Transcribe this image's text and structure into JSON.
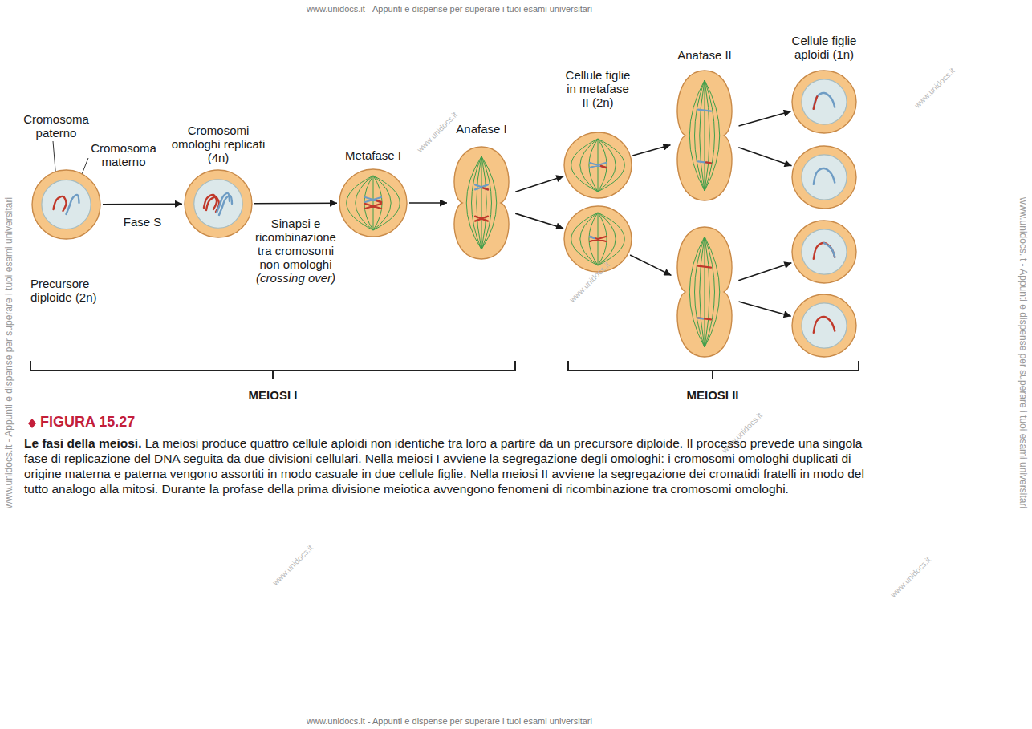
{
  "diagram": {
    "caption": "Le fasi della meiosi. La meiosi produce quattro cellule aploidi non identiche tra loro a partire da un precursore diploide. Il processo prevede una singola fase di replicazione del DNA seguita da due divisioni cellulari. Nella meiosi I avviene la segregazione degli omologhi: i cromosomi omologhi duplicati di origine materna e paterna vengono assortiti in modo casuale in due cellule figlie. Nella meiosi II avviene la segregazione dei cromatidi fratelli in modo del tutto analogo alla mitosi. Durante la profase della prima divisione meiotica avvengono fenomeni di ricombinazione tra cromosomi omologhi.",
    "nodes": [
      {
        "text": [
          "Precursore diploide (2n)"
        ]
      },
      {
        "text": [
          "Cromosomi omologhi replicati (4n)"
        ]
      },
      {
        "text": [
          "Metafase I"
        ]
      },
      {
        "text": [
          "Anafase I"
        ]
      },
      {
        "text": [
          "Cellule figlie in metafase II (2n)"
        ]
      },
      {
        "text": []
      },
      {
        "text": [
          "Anafase II"
        ]
      },
      {
        "text": []
      },
      {
        "text": [
          "Cellule figlie aploidi (1n)"
        ]
      },
      {
        "text": []
      },
      {
        "text": []
      },
      {
        "text": []
      }
    ],
    "edges": [
      {
        "from": 0,
        "to": 1,
        "label": "Fase S",
        "arrow": "to"
      },
      {
        "from": 1,
        "to": 2,
        "label": "Sinapsi e ricombinazione tra cromosomi non omologhi (crossing over)",
        "arrow": "to"
      },
      {
        "from": 2,
        "to": 3,
        "arrow": "to"
      },
      {
        "from": 3,
        "to": 4,
        "arrow": "to"
      },
      {
        "from": 3,
        "to": 5,
        "arrow": "to"
      },
      {
        "from": 4,
        "to": 6,
        "arrow": "to"
      },
      {
        "from": 5,
        "to": 7,
        "arrow": "to"
      },
      {
        "from": 6,
        "to": 8,
        "arrow": "to"
      },
      {
        "from": 6,
        "to": 9,
        "arrow": "to"
      },
      {
        "from": 7,
        "to": 10,
        "arrow": "to"
      },
      {
        "from": 7,
        "to": 11,
        "arrow": "to"
      }
    ],
    "labels": [
      "Cromosoma paterno",
      "Cromosoma materno",
      "MEIOSI I",
      "MEIOSI II",
      "FIGURA 15.27",
      "www.unidocs.it - Appunti e dispense per superare i tuoi esami universitari",
      "www.unidocs.it - Appunti e dispense per superare i tuoi esami universitari",
      "www.unidocs.it - Appunti e dispense per superare i tuoi esami universitari",
      "www.unidocs.it - Appunti e dispense per superare i tuoi esami universitari",
      "www.unidocs.it",
      "www.unidocs.it",
      "www.unidocs.it",
      "www.unidocs.it",
      "www.unidocs.it",
      "www.unidocs.it"
    ]
  }
}
